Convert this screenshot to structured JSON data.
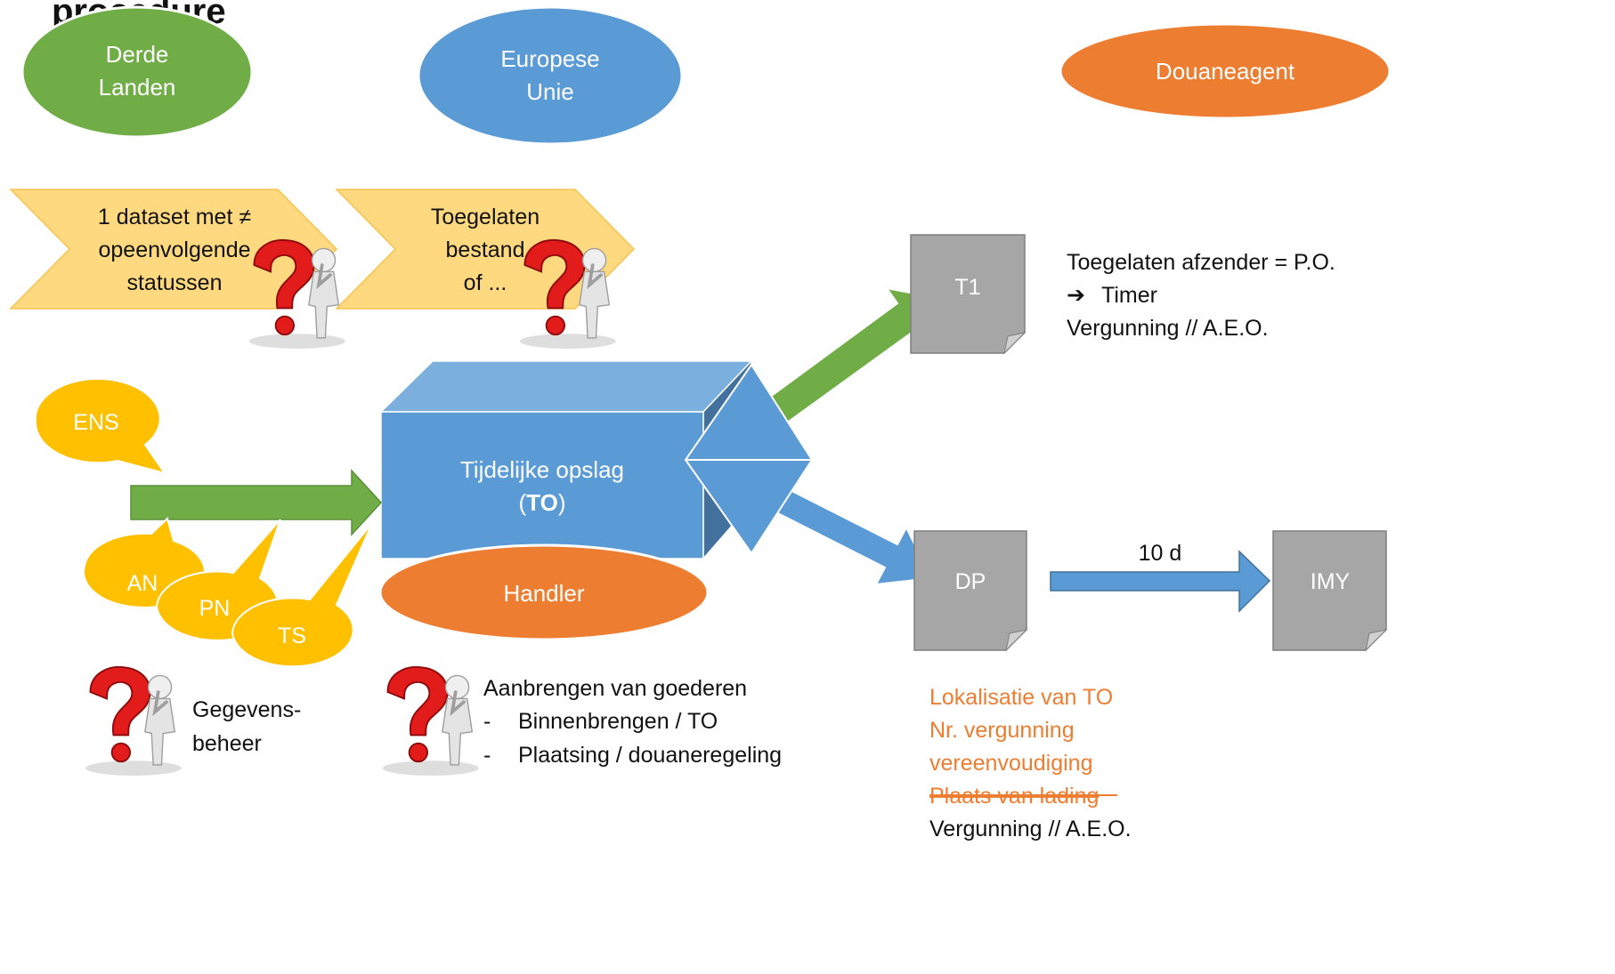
{
  "title_fragment": "procedure",
  "regions": {
    "derde": [
      "Derde",
      "Landen"
    ],
    "eu": [
      "Europese",
      "Unie"
    ],
    "douaneagent": "Douaneagent"
  },
  "chevrons": {
    "first": [
      "1 dataset met ≠",
      "opeenvolgende",
      "statussen"
    ],
    "second": [
      "Toegelaten",
      "bestand",
      "of ..."
    ]
  },
  "bubbles": {
    "ens": "ENS",
    "an": "AN",
    "pn": "PN",
    "ts": "TS"
  },
  "box": {
    "title": "Tijdelijke opslag",
    "abbr_open": "(",
    "abbr": "TO",
    "abbr_close": ")",
    "handler": "Handler"
  },
  "documents": {
    "t1": "T1",
    "dp": "DP",
    "imy": "IMY"
  },
  "arrow_label": "10 d",
  "t1_notes": [
    "Toegelaten afzender = P.O.",
    "Timer",
    "Vergunning // A.E.O."
  ],
  "gegevens": [
    "Gegevens-",
    "beheer"
  ],
  "aanbrengen": {
    "heading": "Aanbrengen van goederen",
    "items": [
      "Binnenbrengen / TO",
      "Plaatsing / douaneregeling"
    ]
  },
  "dp_notes": {
    "orange": [
      "Lokalisatie van TO",
      "Nr. vergunning",
      "vereenvoudiging"
    ],
    "struck": "Plaats van lading",
    "black": "Vergunning // A.E.O."
  },
  "colors": {
    "green": "#70ad47",
    "blue": "#5b9bd5",
    "orange": "#ed7d31",
    "yellow": "#ffc000",
    "chevron": "#ffd97f",
    "gray": "#a6a6a6"
  },
  "icons": [
    "question-person-icon"
  ]
}
